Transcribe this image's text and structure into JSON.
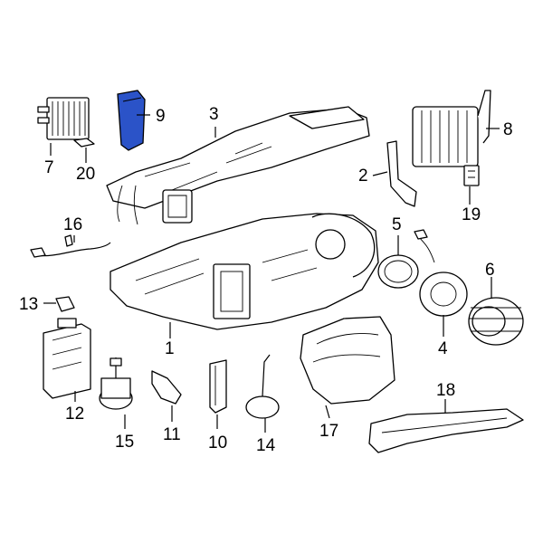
{
  "diagram": {
    "type": "exploded-parts-diagram",
    "highlight_color": "#2b53c8",
    "highlighted_part": "9",
    "callouts": [
      {
        "id": "c1",
        "label": "1"
      },
      {
        "id": "c2",
        "label": "2"
      },
      {
        "id": "c3",
        "label": "3"
      },
      {
        "id": "c4",
        "label": "4"
      },
      {
        "id": "c5",
        "label": "5"
      },
      {
        "id": "c6",
        "label": "6"
      },
      {
        "id": "c7",
        "label": "7"
      },
      {
        "id": "c8",
        "label": "8"
      },
      {
        "id": "c9",
        "label": "9"
      },
      {
        "id": "c10",
        "label": "10"
      },
      {
        "id": "c11",
        "label": "11"
      },
      {
        "id": "c12",
        "label": "12"
      },
      {
        "id": "c13",
        "label": "13"
      },
      {
        "id": "c14",
        "label": "14"
      },
      {
        "id": "c15",
        "label": "15"
      },
      {
        "id": "c16",
        "label": "16"
      },
      {
        "id": "c17",
        "label": "17"
      },
      {
        "id": "c18",
        "label": "18"
      },
      {
        "id": "c19",
        "label": "19"
      },
      {
        "id": "c20",
        "label": "20"
      }
    ]
  }
}
